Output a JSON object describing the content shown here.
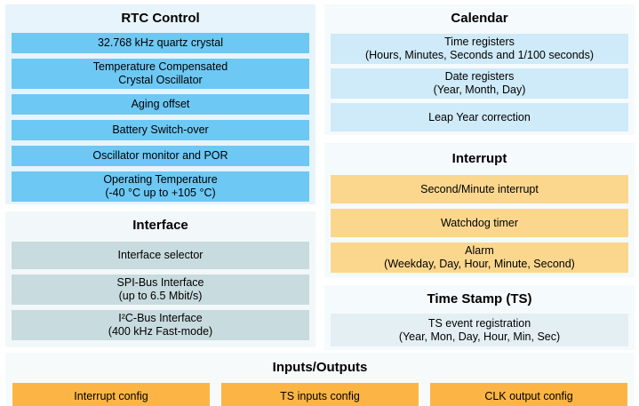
{
  "diagram": {
    "rtc_control": {
      "title": "RTC Control",
      "items": [
        "32.768 kHz quartz crystal",
        "Temperature Compensated\nCrystal Oscillator",
        "Aging offset",
        "Battery Switch-over",
        "Oscillator monitor and POR",
        "Operating Temperature\n(-40 °C up to +105 °C)"
      ]
    },
    "interface": {
      "title": "Interface",
      "items": [
        "Interface selector",
        "SPI-Bus Interface\n(up to 6.5 Mbit/s)",
        "I²C-Bus Interface\n(400 kHz Fast-mode)"
      ]
    },
    "calendar": {
      "title": "Calendar",
      "items": [
        "Time registers\n(Hours, Minutes, Seconds and 1/100 seconds)",
        "Date registers\n(Year, Month, Day)",
        "Leap Year correction"
      ]
    },
    "interrupt": {
      "title": "Interrupt",
      "items": [
        "Second/Minute interrupt",
        "Watchdog timer",
        "Alarm\n(Weekday, Day, Hour, Minute, Second)"
      ]
    },
    "time_stamp": {
      "title": "Time Stamp (TS)",
      "items": [
        "TS event registration\n(Year, Mon, Day, Hour, Min, Sec)"
      ]
    },
    "inputs_outputs": {
      "title": "Inputs/Outputs",
      "items": [
        "Interrupt config",
        "TS inputs config",
        "CLK output config"
      ]
    }
  },
  "colors": {
    "rtc_block": "#6dc8f4",
    "rtc_panel_bg": "#e8f4fb",
    "calendar_block": "#cfeaf8",
    "interface_block": "#c8dbde",
    "interrupt_block": "#fbd78e",
    "time_stamp_block": "#e4eff3",
    "io_block": "#fcb544",
    "panel_bg": "#f5fafc",
    "text": "#000000"
  }
}
